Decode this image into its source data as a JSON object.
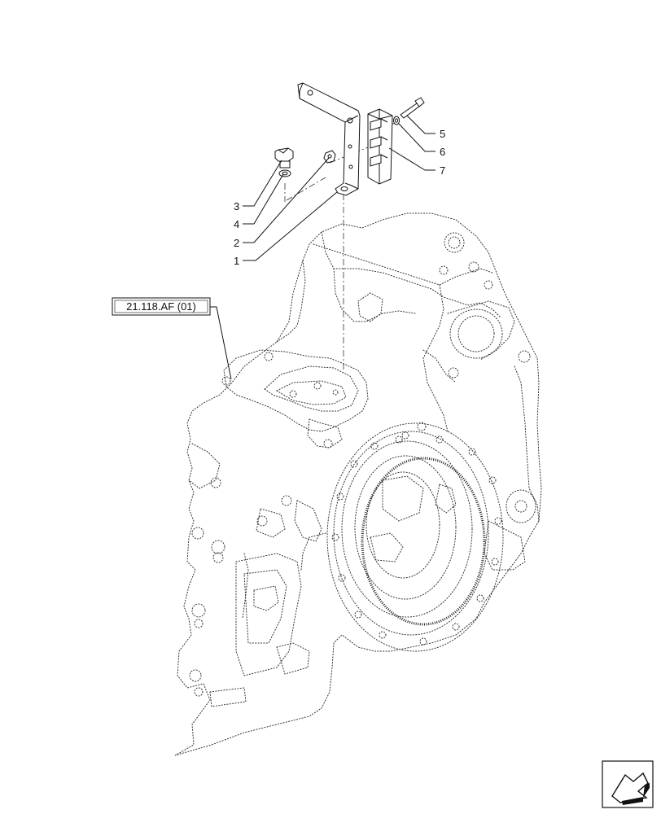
{
  "callouts": [
    {
      "id": "1",
      "label": "1"
    },
    {
      "id": "2",
      "label": "2"
    },
    {
      "id": "3",
      "label": "3"
    },
    {
      "id": "4",
      "label": "4"
    },
    {
      "id": "5",
      "label": "5"
    },
    {
      "id": "6",
      "label": "6"
    },
    {
      "id": "7",
      "label": "7"
    }
  ],
  "reference": {
    "label": "21.118.AF (01)"
  },
  "nav_icon": "next-page-arrow-icon"
}
